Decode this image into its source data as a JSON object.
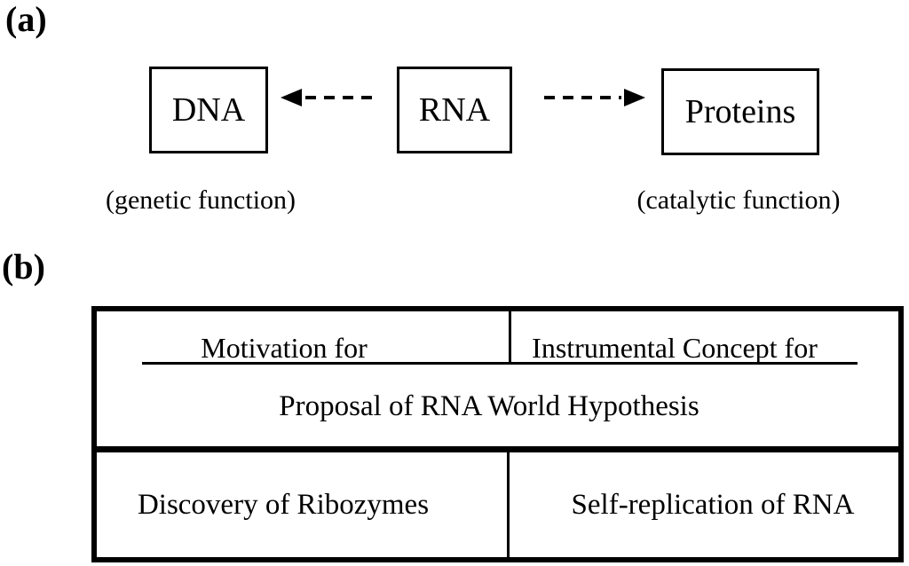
{
  "panel_a": {
    "label": "(a)",
    "boxes": [
      {
        "id": "dna",
        "label": "DNA"
      },
      {
        "id": "rna",
        "label": "RNA"
      },
      {
        "id": "proteins",
        "label": "Proteins"
      }
    ],
    "captions": [
      {
        "id": "genetic",
        "text": "(genetic function)"
      },
      {
        "id": "catalytic",
        "text": "(catalytic function)"
      }
    ],
    "arrows": [
      {
        "from": "RNA",
        "to": "DNA",
        "style": "dashed",
        "direction": "left"
      },
      {
        "from": "RNA",
        "to": "Proteins",
        "style": "dashed",
        "direction": "right"
      }
    ]
  },
  "panel_b": {
    "label": "(b)",
    "table": {
      "header_row": {
        "left_heading": "Motivation for",
        "right_heading": "Instrumental Concept for",
        "spanning_text": "Proposal of RNA World Hypothesis"
      },
      "body_row": {
        "left_cell": "Discovery of Ribozymes",
        "right_cell": "Self-replication of RNA"
      }
    }
  },
  "colors": {
    "foreground": "#000000",
    "background": "#ffffff"
  }
}
